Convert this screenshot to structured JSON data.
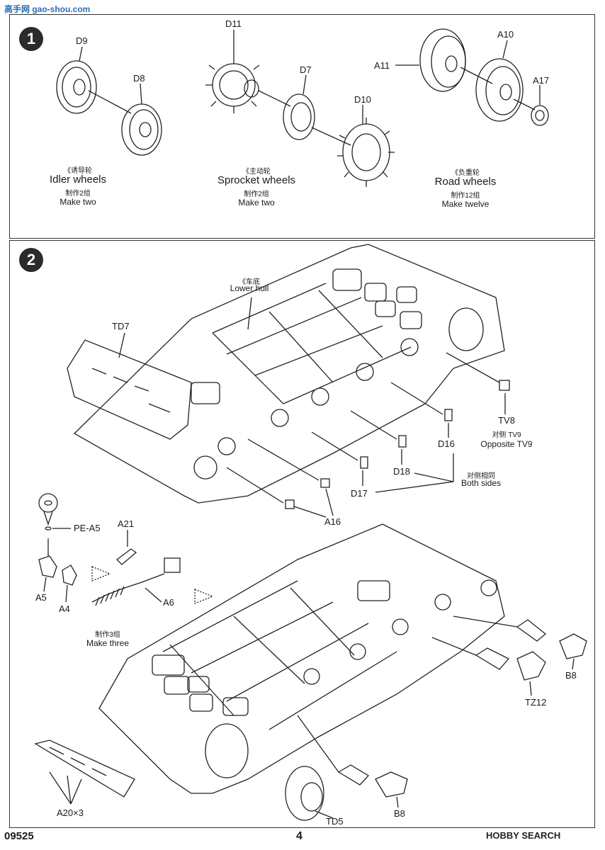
{
  "header": {
    "watermark": "高手网 gao-shou.com"
  },
  "step1": {
    "number": "1",
    "groups": [
      {
        "parts": [
          "D9",
          "D8"
        ],
        "cn": "《诱导轮",
        "title": "Idler wheels",
        "qty_cn": "制作2组",
        "qty_en": "Make two"
      },
      {
        "parts": [
          "D11",
          "D7",
          "D10"
        ],
        "cn": "《主动轮",
        "title": "Sprocket wheels",
        "qty_cn": "制作2组",
        "qty_en": "Make two"
      },
      {
        "parts": [
          "A10",
          "A11",
          "A17"
        ],
        "cn": "《负重轮",
        "title": "Road wheels",
        "qty_cn": "制作12组",
        "qty_en": "Make twelve"
      }
    ]
  },
  "step2": {
    "number": "2",
    "lower_hull_cn": "《车底",
    "lower_hull_en": "Lower hull",
    "td7": "TD7",
    "tv8": "TV8",
    "tv9_cn": "对侧 TV9",
    "tv9_en": "Opposite TV9",
    "d16": "D16",
    "d18": "D18",
    "d17": "D17",
    "both_cn": "对侧相同",
    "both_en": "Both sides",
    "a16": "A16",
    "pea5": "PE-A5",
    "a21": "A21",
    "a5": "A5",
    "a4": "A4",
    "a6": "A6",
    "make3_cn": "制作3组",
    "make3_en": "Make three",
    "b8_top": "B8",
    "tz12": "TZ12",
    "b8_bottom": "B8",
    "a20": "A20×3",
    "td5": "TD5"
  },
  "footer": {
    "code": "09525",
    "page": "4",
    "brand": "HOBBY SEARCH"
  }
}
